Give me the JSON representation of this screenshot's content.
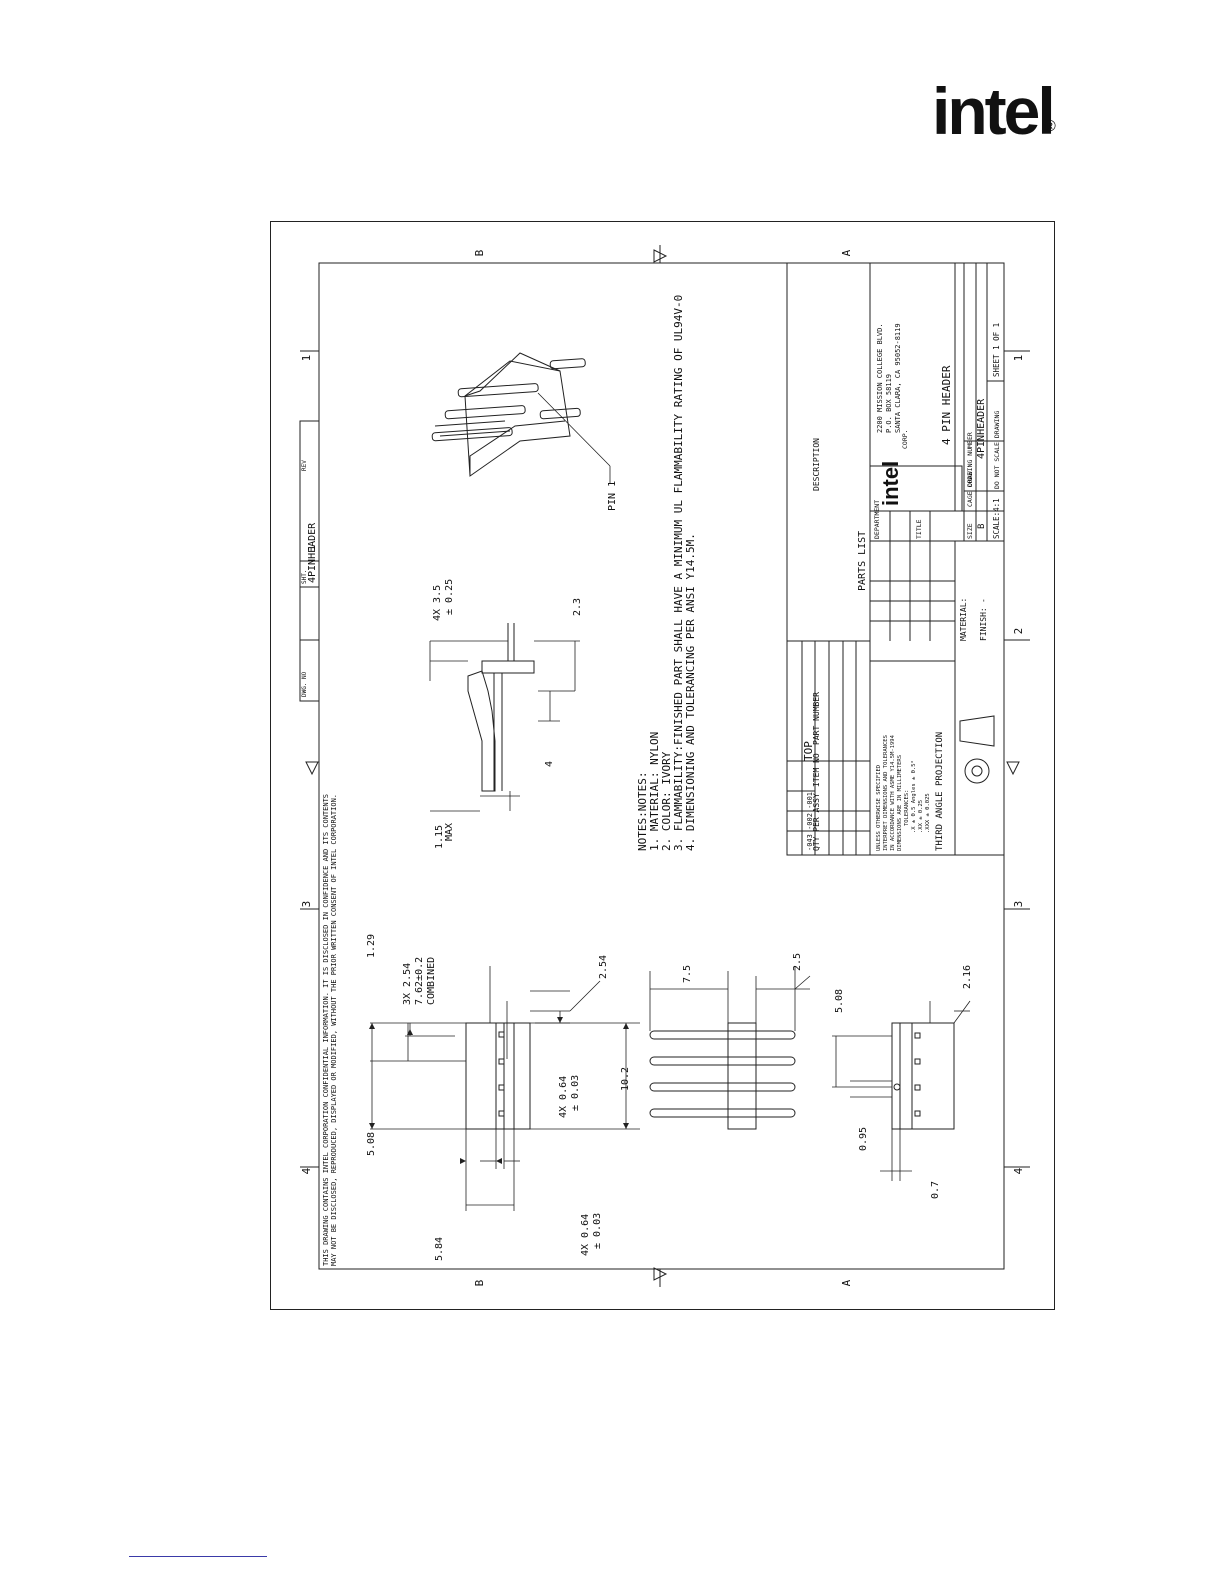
{
  "logo": {
    "wordmark": "intel",
    "registered": "®"
  },
  "sheet": {
    "zone_letters": [
      "B",
      "A"
    ],
    "zone_numbers": [
      "4",
      "3",
      "2",
      "1"
    ],
    "confidential_notice": [
      "THIS DRAWING CONTAINS INTEL CORPORATION CONFIDENTIAL INFORMATION. IT IS DISCLOSED IN CONFIDENCE AND ITS CONTENTS",
      "MAY NOT BE DISCLOSED, REPRODUCED, DISPLAYED OR MODIFIED, WITHOUT THE PRIOR WRITTEN CONSENT OF INTEL CORPORATION."
    ],
    "top_block": {
      "dwg_no_label": "DWG. NO",
      "dwg_no": "4PINHEADER",
      "sht_label": "SHT.",
      "sht": "1",
      "rev_label": "REV"
    }
  },
  "dimensions": {
    "top_view": {
      "d_5_84": "5.84",
      "d_4x064_a": "4X 0.64",
      "tol_003_a": "± 0.03",
      "d_5_08": "5.08",
      "d_1_29": "1.29",
      "d_3x254_a": "3X 2.54",
      "d_7_62": "7.62±0.2",
      "combined": "COMBINED",
      "d_4x064_b": "4X 0.64",
      "tol_003_b": "± 0.03",
      "d_10_2": "10.2",
      "d_2_54": "2.54"
    },
    "side_view": {
      "d_7_5": "7.5",
      "d_2_5": "2.5"
    },
    "bottom_view": {
      "d_0_7": "0.7",
      "d_0_95": "0.95",
      "d_5_08b": "5.08",
      "d_2_16": "2.16"
    },
    "profile_view": {
      "d_1_15": "1.15",
      "max": "MAX",
      "d_4": "4",
      "d_2_3": "2.3",
      "d_4x35": "4X 3.5",
      "tol_025": "± 0.25"
    }
  },
  "notes": {
    "heading": "NOTES:NOTES:",
    "items": [
      "1. MATERIAL: NYLON",
      "2. COLOR: IVORY",
      "3. FLAMMABILITY:FINISHED PART SHALL HAVE A MINIMUM UL FLAMMABILITY RATING OF UL94V-0",
      "4. DIMENSIONING AND TOLERANCING PER ANSI Y14.5M."
    ]
  },
  "iso": {
    "pin_label": "PIN 1"
  },
  "title_block": {
    "qty_per_assy": "QTY PER ASSY",
    "item_no": "ITEM NO",
    "part_number": "PART NUMBER",
    "description": "DESCRIPTION",
    "parts_list": "PARTS LIST",
    "dash_num": "-043 -002 -001",
    "top": "TOP",
    "tolerance_lines": [
      "UNLESS OTHERWISE SPECIFIED",
      "INTERPRET DIMENSIONS AND TOLERANCES",
      "IN ACCORDANCE WITH ASME Y14.5M-1994",
      "DIMENSIONS ARE IN MILLIMETERS",
      "TOLERANCES:",
      ".X ± 0.5  Angles ± 0.5°",
      ".XX ± 0.25",
      ".XXX ± 0.025"
    ],
    "projection": "THIRD ANGLE PROJECTION",
    "material_label": "MATERIAL:",
    "finish_label": "FINISH:",
    "finish_value": "-",
    "department_label": "DEPARTMENT",
    "company_logo": "intel",
    "corp": "CORP.",
    "address": [
      "2200 MISSION COLLEGE BLVD.",
      "P.O. BOX 58119",
      "SANTA CLARA, CA 95052-8119"
    ],
    "title_label": "TITLE",
    "title": "4 PIN HEADER",
    "size_label": "SIZE",
    "size": "B",
    "cage_code_label": "CAGE CODE",
    "drawing_number_label": "DRAWING NUMBER",
    "drawing_number": "4PINHEADER",
    "scale": "SCALE:4:1",
    "dont_scale": "DO NOT SCALE DRAWING",
    "sheet": "SHEET 1 OF 1"
  }
}
